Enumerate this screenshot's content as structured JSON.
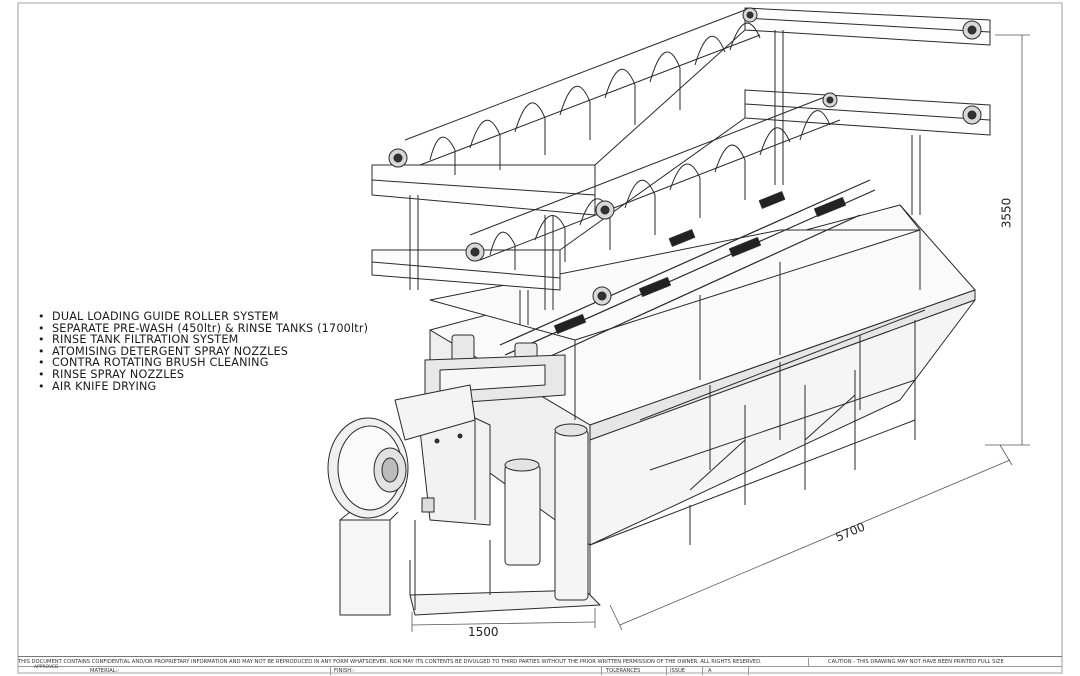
{
  "features": [
    "DUAL LOADING GUIDE ROLLER SYSTEM",
    "SEPARATE PRE-WASH (450ltr) & RINSE TANKS (1700ltr)",
    "RINSE TANK FILTRATION SYSTEM",
    "ATOMISING DETERGENT SPRAY NOZZLES",
    "CONTRA ROTATING BRUSH CLEANING",
    "RINSE SPRAY NOZZLES",
    "AIR KNIFE DRYING"
  ],
  "dimensions": {
    "height": "3550",
    "length": "5700",
    "width": "1500"
  },
  "title_block": {
    "confidential_notice": "THIS DOCUMENT CONTAINS CONFIDENTIAL AND/OR PROPRIETARY INFORMATION AND MAY NOT BE REPRODUCED IN ANY FORM WHATSOEVER, NOR MAY ITS CONTENTS BE DIVULGED TO THIRD PARTIES WITHOUT THE PRIOR WRITTEN PERMISSION OF THE OWNER. ALL RIGHTS RESERVED.",
    "caution": "CAUTION - THIS DRAWING MAY NOT HAVE BEEN PRINTED FULL SIZE",
    "approved_label": "APPROVED",
    "material_label": "MATERIAL:-",
    "finish_label": "FINISH:-",
    "tolerances_label": "TOLERANCES",
    "issue_label": "ISSUE",
    "issue_value": "A"
  }
}
